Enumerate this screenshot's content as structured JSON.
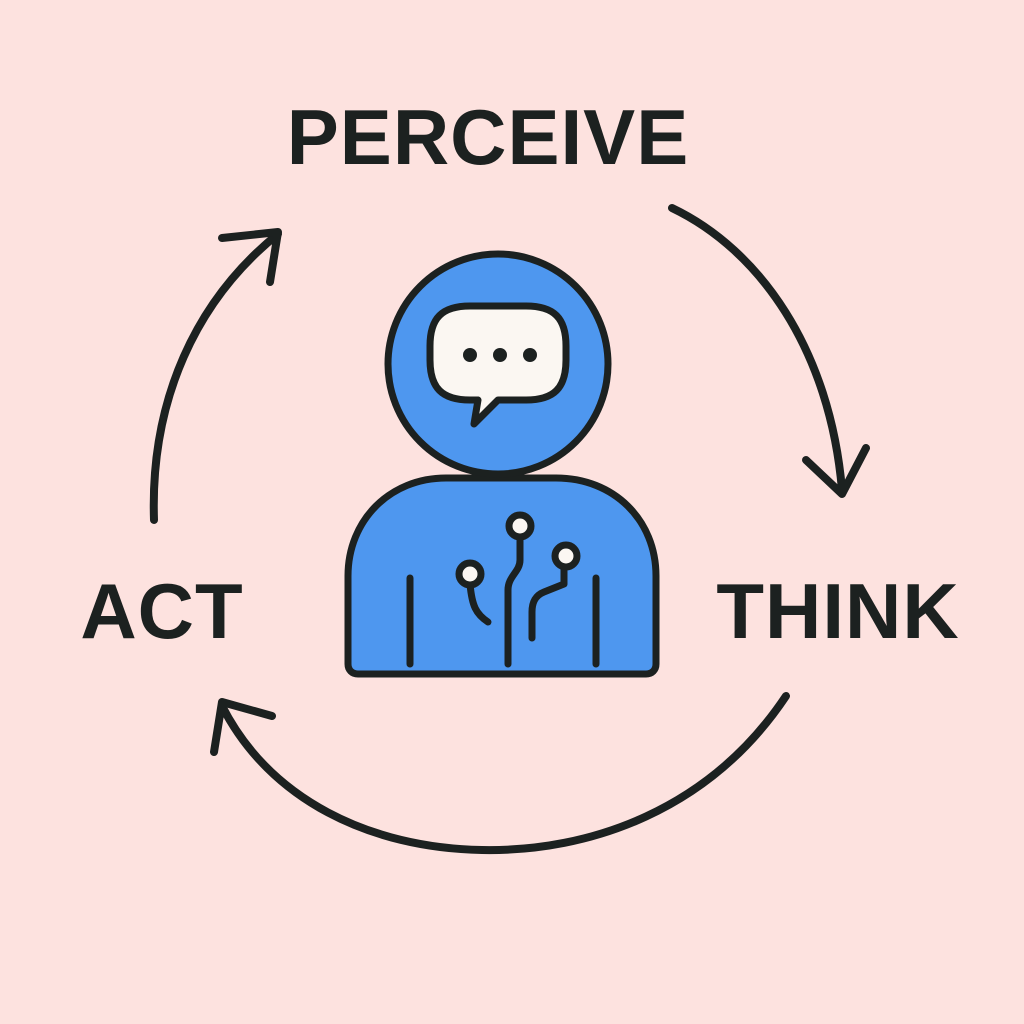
{
  "colors": {
    "background": "#fde2df",
    "ink": "#1c2120",
    "agent_blue": "#4e97ef",
    "bubble_fill": "#fbf7f2"
  },
  "labels": {
    "perceive": "PERCEIVE",
    "think": "THINK",
    "act": "ACT"
  },
  "icons": {
    "agent": "robot-agent-icon",
    "bubble": "speech-bubble-icon",
    "circuit": "circuit-lines-icon",
    "arrows": "cycle-arrow-icon"
  }
}
